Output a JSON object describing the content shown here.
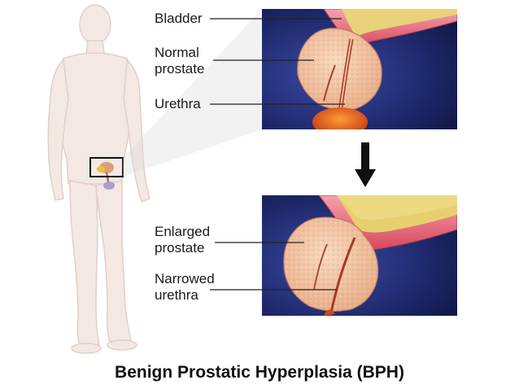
{
  "labels": {
    "bladder": "Bladder",
    "normal_prostate_line1": "Normal",
    "normal_prostate_line2": "prostate",
    "urethra": "Urethra",
    "enlarged_prostate_line1": "Enlarged",
    "enlarged_prostate_line2": "prostate",
    "narrowed_urethra_line1": "Narrowed",
    "narrowed_urethra_line2": "urethra"
  },
  "title": "Benign Prostatic Hyperplasia (BPH)",
  "colors": {
    "body": "#f2e6e2",
    "body_outline": "#e4d2cc",
    "panel_bg": "#1e2a6e",
    "prostate": "#f3c9a6",
    "bladder_wall": "#e86a7a",
    "urine": "#e6d27a",
    "urethra_orange": "#e85a1e",
    "arrow": "#111111"
  }
}
